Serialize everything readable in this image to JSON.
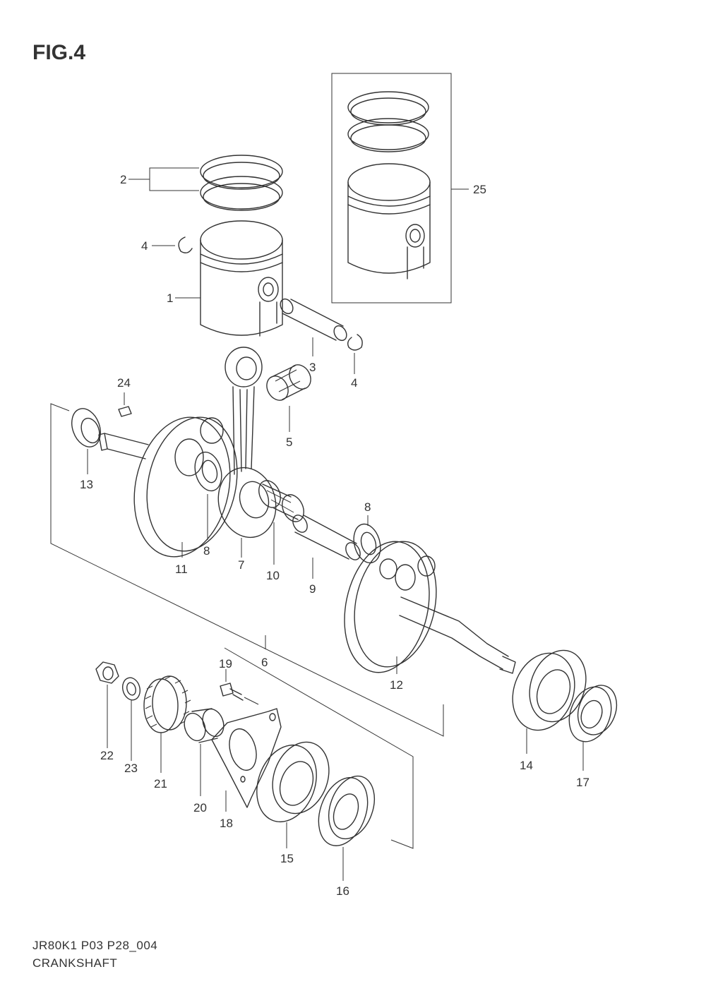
{
  "title": "FIG.4",
  "footer": {
    "code": "JR80K1 P03 P28_004",
    "name": "CRANKSHAFT"
  },
  "callouts": [
    "1",
    "2",
    "3",
    "4",
    "4",
    "5",
    "6",
    "7",
    "8",
    "8",
    "9",
    "10",
    "11",
    "12",
    "13",
    "14",
    "15",
    "16",
    "17",
    "18",
    "19",
    "20",
    "21",
    "22",
    "23",
    "24",
    "25"
  ]
}
